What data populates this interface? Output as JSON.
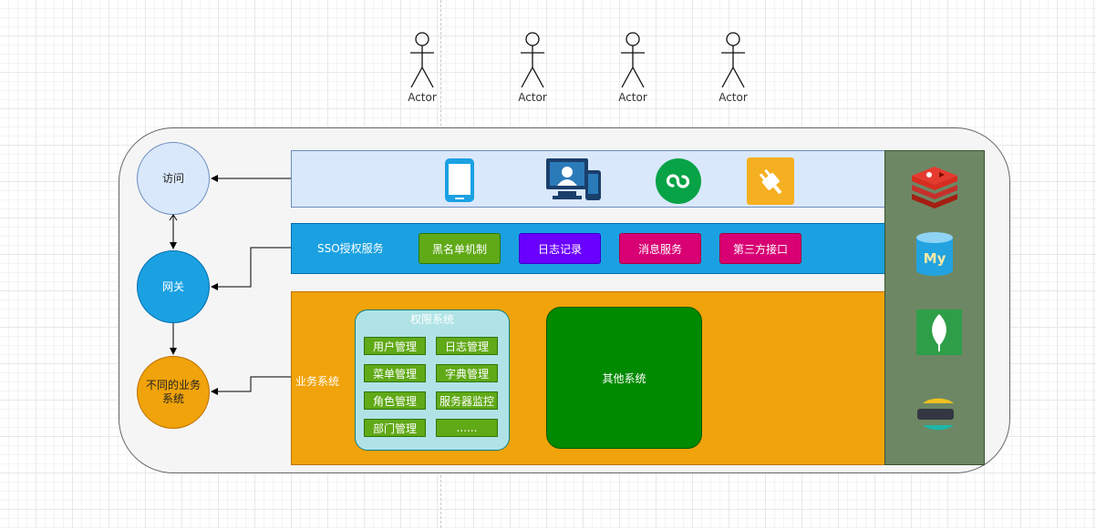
{
  "actors": [
    {
      "label": "Actor"
    },
    {
      "label": "Actor"
    },
    {
      "label": "Actor"
    },
    {
      "label": "Actor"
    }
  ],
  "nodes": {
    "visit": "访问",
    "gateway": "网关",
    "business": "不同的业务系统"
  },
  "sso": {
    "label": "SSO授权服务",
    "buttons": [
      "黑名单机制",
      "日志记录",
      "消息服务",
      "第三方接口"
    ]
  },
  "business_panel": {
    "label": "业务系统"
  },
  "permission": {
    "title": "权限系统",
    "items": [
      "用户管理",
      "日志管理",
      "菜单管理",
      "字典管理",
      "角色管理",
      "服务器监控",
      "部门管理",
      "......"
    ]
  },
  "other": {
    "label": "其他系统"
  },
  "client_icons": [
    "mobile-phone-icon",
    "desktop-monitor-icon",
    "mini-program-icon",
    "plugin-icon"
  ],
  "storage_icons": [
    "redis-icon",
    "mysql-icon",
    "mongodb-icon",
    "elasticsearch-icon"
  ],
  "colors": {
    "visit": "#dae8fc",
    "gateway": "#1ba1e2",
    "business": "#f0a30a",
    "storage": "#6d8764"
  }
}
